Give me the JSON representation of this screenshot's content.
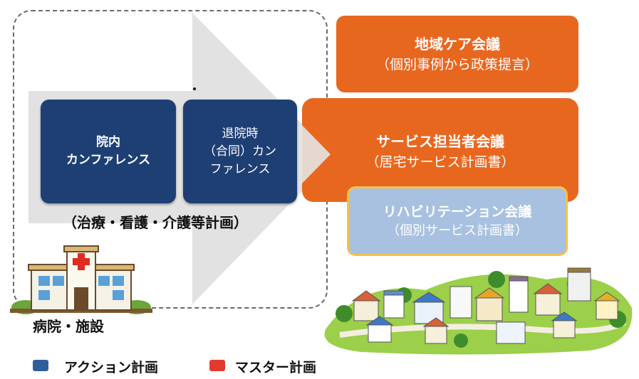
{
  "diagram": {
    "box_in_hospital": {
      "line1": "院内",
      "line2": "カンファレンス"
    },
    "box_discharge": {
      "line1": "退院時",
      "line2": "（合同）カン",
      "line3": "ファレンス"
    },
    "inner_caption": "（治療・看護・介護等計画）",
    "hospital_label": "病院・施設",
    "box_community_care": {
      "title": "地域ケア会議",
      "subtitle": "（個別事例から政策提言）"
    },
    "box_service_staff": {
      "title": "サービス担当者会議",
      "subtitle": "（居宅サービス計画書）"
    },
    "box_rehab": {
      "title": "リハビリテーション会議",
      "subtitle": "（個別サービス計画書）"
    }
  },
  "legend": [
    {
      "label": "アクション計画",
      "color": "#2e5f9a"
    },
    {
      "label": "マスター計画",
      "color": "#e23b2e"
    }
  ],
  "colors": {
    "navy": "#1e3f73",
    "orange": "#e8671f",
    "light_blue": "#a8c1e0",
    "gold_border": "#f2c24e",
    "arrow_grey": "#e2e2e2"
  },
  "icons": [
    "hospital-building-icon",
    "town-illustration-icon"
  ]
}
